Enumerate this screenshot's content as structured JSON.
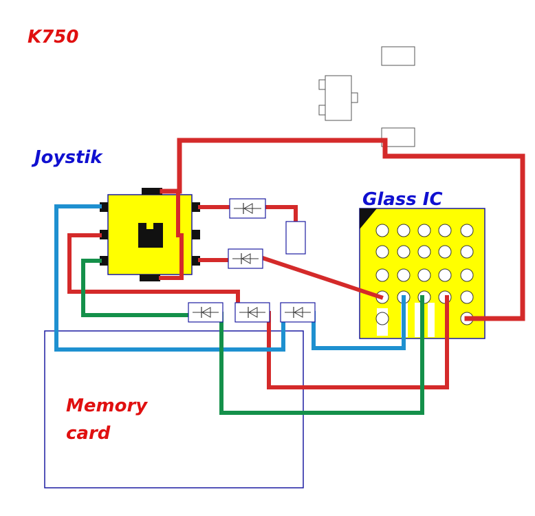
{
  "labels": {
    "model": "K750",
    "joystick": "Joystik",
    "glass_ic": "Glass IC",
    "memory_line1": "Memory",
    "memory_line2": "card"
  },
  "colors": {
    "red_label": "#e01010",
    "blue_label": "#1010d0",
    "red_trace": "#d42a2a",
    "blue_trace": "#1e90d0",
    "green_trace": "#14904a",
    "component_yellow": "#ffff00",
    "outline_blue": "#1a1aa0",
    "pad_black": "#111111"
  },
  "icons": [
    "joystick-component",
    "glass-ic-ball-grid",
    "diode-symbol",
    "sot23-package",
    "resistor-pad",
    "memory-card-outline"
  ]
}
